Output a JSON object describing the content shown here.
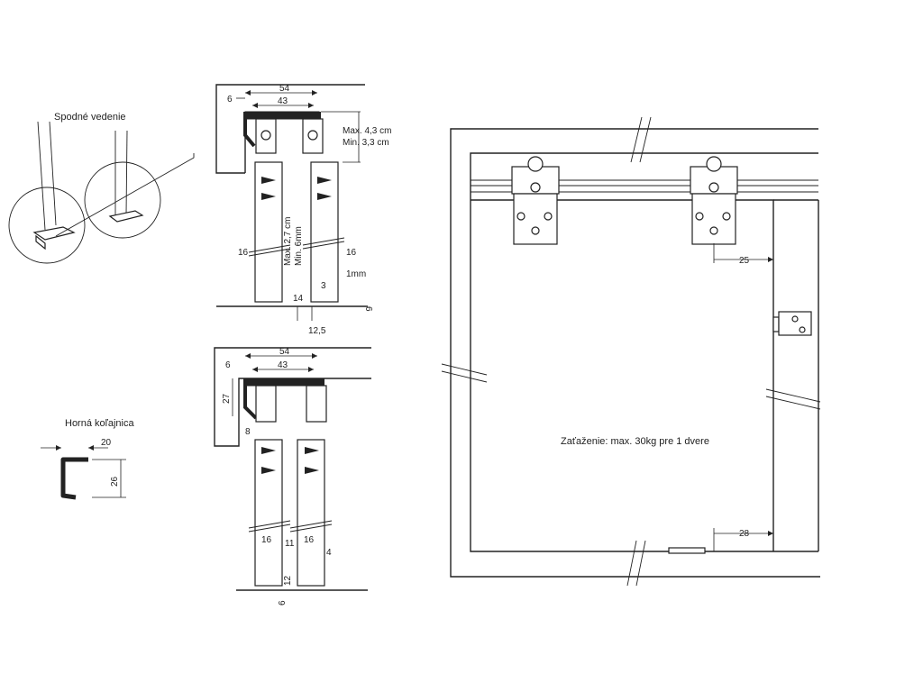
{
  "labels": {
    "bottom_guide": "Spodné vedenie",
    "top_rail": "Horná koľajnica",
    "load": "Zaťaženie: max. 30kg pre 1 dvere"
  },
  "top_section": {
    "d54": "54",
    "d43": "43",
    "d6": "6",
    "gap_max": "Max. 4,3 cm",
    "gap_min": "Min. 3,3 cm",
    "door_max": "Max. 2,7 cm",
    "door_min": "Min. 6mm",
    "d16_left": "16",
    "d16_right": "16",
    "d1mm": "1mm",
    "d3": "3",
    "d14": "14",
    "d6_bottom": "6",
    "d12_5": "12,5"
  },
  "bottom_section": {
    "d54": "54",
    "d43": "43",
    "d6": "6",
    "d27": "27",
    "d8": "8",
    "d16_left": "16",
    "d11": "11",
    "d16_right": "16",
    "d4": "4",
    "d12": "12",
    "d6_bottom": "6"
  },
  "rail_profile": {
    "d20": "20",
    "d26": "26"
  },
  "front_view": {
    "d25": "25",
    "d28": "28"
  }
}
